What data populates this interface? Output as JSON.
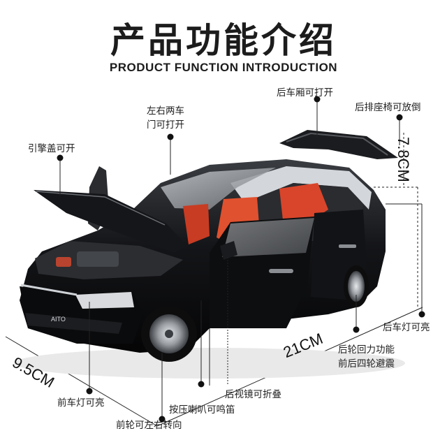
{
  "title": {
    "cn": "产品功能介绍",
    "en": "PRODUCT FUNCTION INTRODUCTION"
  },
  "callouts": {
    "trunk": "后车厢可打开",
    "rear_seat": "后排座椅可放倒",
    "doors_line1": "左右两车",
    "doors_line2": "门可打开",
    "hood": "引擎盖可开",
    "tail_light": "后车灯可亮",
    "pullback_line1": "后轮回力功能",
    "pullback_line2": "前后四轮避震",
    "mirror": "后视镜可折叠",
    "horn": "按压喇叭可鸣笛",
    "headlight": "前车灯可亮",
    "steering": "前轮可左右转向"
  },
  "dimensions": {
    "height": "7.8CM",
    "length": "21CM",
    "width": "9.5CM"
  },
  "product": {
    "badge": "AITO"
  },
  "colors": {
    "body": "#0e0f11",
    "interior": "#d9452a",
    "chrome": "#cfd3d8",
    "text": "#1e1e1e"
  }
}
